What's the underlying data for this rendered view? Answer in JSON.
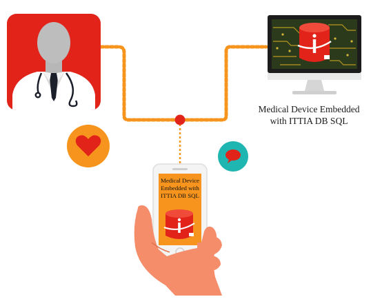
{
  "monitor": {
    "caption_line1": "Medical Device Embedded",
    "caption_line2": "with ITTIA DB SQL"
  },
  "phone": {
    "text_line1": "Medical Device",
    "text_line2": "Embedded with",
    "text_line3": "ITTIA DB SQL"
  },
  "icons": {
    "doctor": "doctor-avatar-icon",
    "heart": "heart-icon",
    "chat": "chat-bubble-icon",
    "database": "database-logo-icon"
  },
  "colors": {
    "brand_red": "#e2231a",
    "connector_orange": "#f7941d",
    "hub_red": "#e2231a",
    "heart_bubble": "#f7941d",
    "chat_bubble": "#1fb5b0",
    "screen_orange": "#f7941d",
    "circuit_green": "#2b3a1a"
  }
}
